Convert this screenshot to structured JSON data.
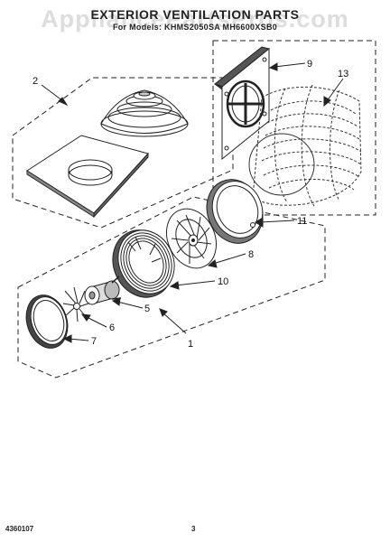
{
  "header": {
    "title": "EXTERIOR VENTILATION PARTS",
    "models": "For Models: KHMS2050SA MH6600XSB0"
  },
  "watermark": "AppliancePartsPros.com",
  "callouts": {
    "c1": "1",
    "c2": "2",
    "c5": "5",
    "c6": "6",
    "c7": "7",
    "c8": "8",
    "c9": "9",
    "c10": "10",
    "c11": "11",
    "c13": "13"
  },
  "footer": {
    "part_number": "4360107",
    "page_number": "3"
  }
}
